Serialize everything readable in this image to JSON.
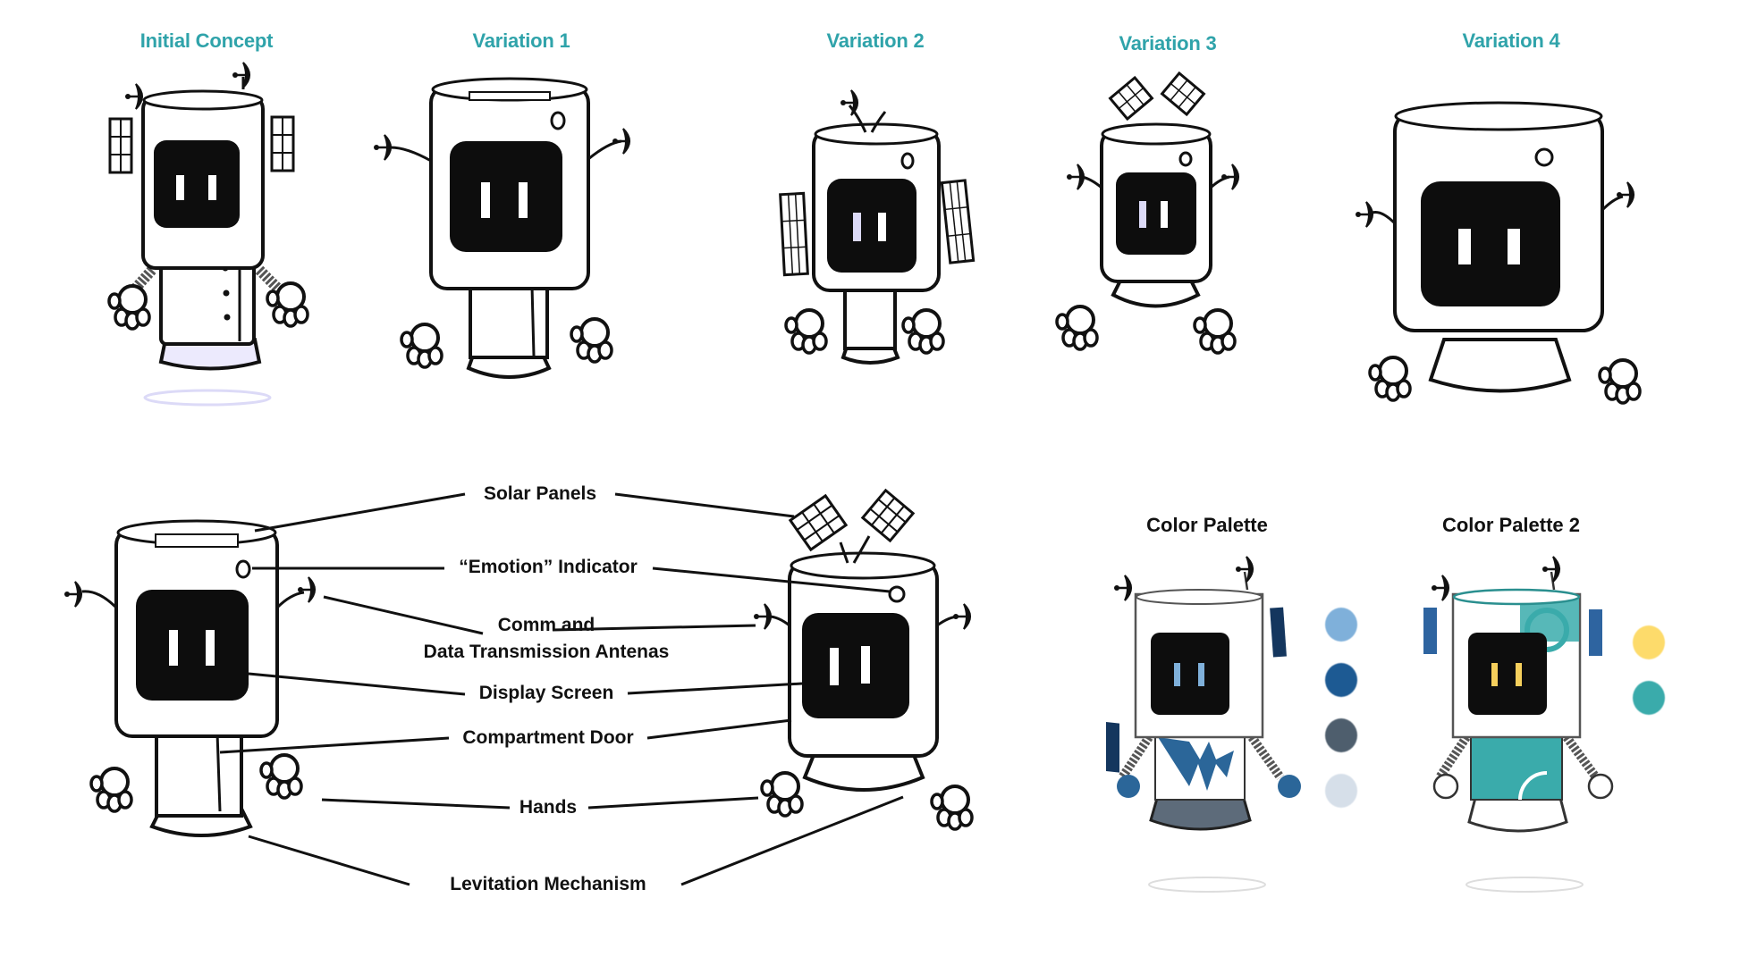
{
  "variations": [
    {
      "title": "Initial Concept"
    },
    {
      "title": "Variation 1"
    },
    {
      "title": "Variation 2"
    },
    {
      "title": "Variation 3"
    },
    {
      "title": "Variation 4"
    }
  ],
  "callouts": [
    {
      "label": "Solar Panels"
    },
    {
      "label": "“Emotion” Indicator"
    },
    {
      "label_line1": "Comm and",
      "label_line2": "Data Transmission Antenas"
    },
    {
      "label": "Display Screen"
    },
    {
      "label": "Compartment Door"
    },
    {
      "label": "Hands"
    },
    {
      "label": "Levitation Mechanism"
    }
  ],
  "palettes": [
    {
      "title": "Color Palette",
      "swatches": [
        "#7fb0da",
        "#1d5a93",
        "#4e5e6d",
        "#d6dfe9"
      ],
      "eye_color": "#7fb0da",
      "accent": "#2b6699",
      "base": "#5d6b7a"
    },
    {
      "title": "Color Palette 2",
      "swatches": [
        "#fddb6b",
        "#3aabab"
      ],
      "eye_color": "#f5cf5c",
      "accent": "#3aabab",
      "panel": "#2e64a0"
    }
  ],
  "colors": {
    "title_teal": "#2fa3aa",
    "sketch_shade": "#b9b6f2",
    "ink": "#111111"
  }
}
